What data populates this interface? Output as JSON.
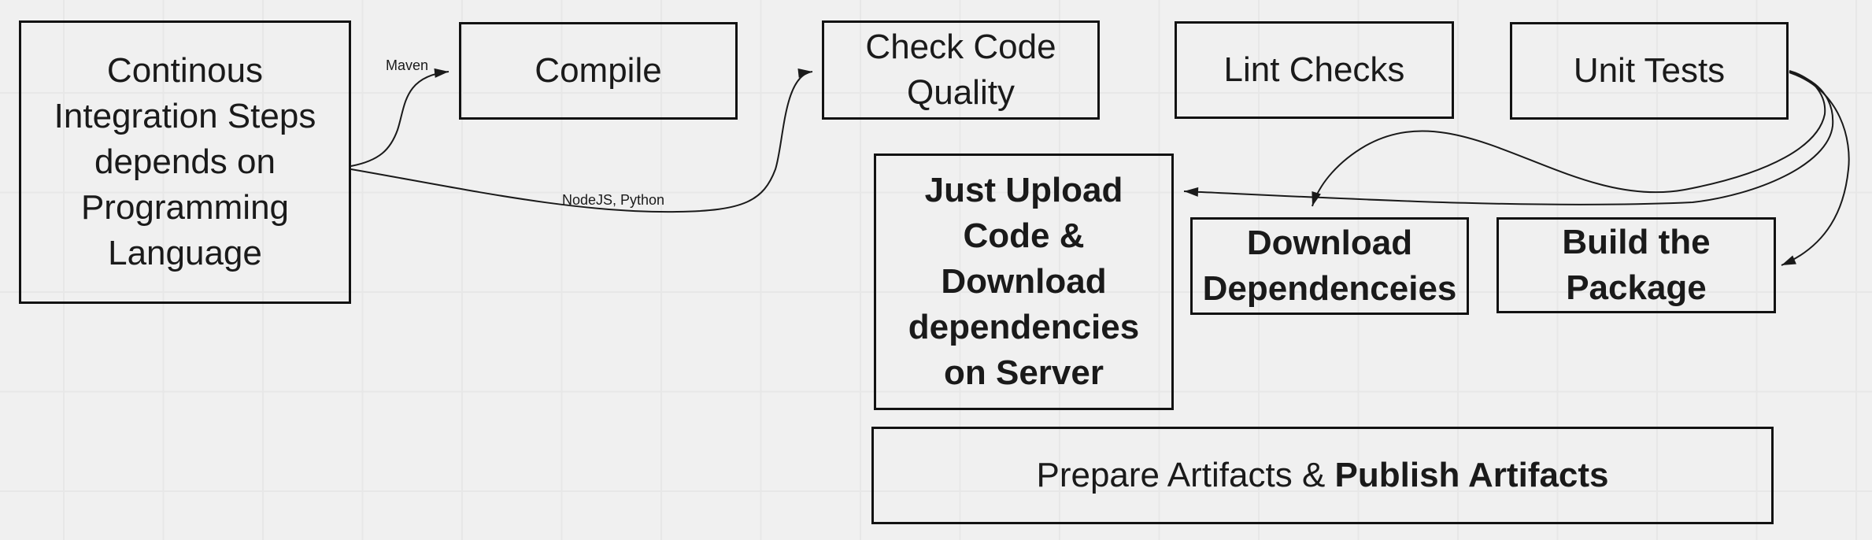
{
  "diagram": {
    "boxes": {
      "ci": {
        "lines": [
          "Continous",
          "Integration Steps",
          "depends on",
          "Programming",
          "Language"
        ]
      },
      "compile": {
        "label": "Compile"
      },
      "check_code_quality": {
        "lines": [
          "Check Code",
          "Quality"
        ]
      },
      "lint_checks": {
        "label": "Lint Checks"
      },
      "unit_tests": {
        "label": "Unit Tests"
      },
      "upload": {
        "lines": [
          "Just Upload",
          "Code &",
          "Download",
          "dependencies",
          "on Server"
        ]
      },
      "download_deps": {
        "lines": [
          "Download",
          "Dependenceies"
        ]
      },
      "build_package": {
        "lines": [
          "Build the",
          "Package"
        ]
      },
      "prepare": {
        "normal": "Prepare Artifacts & ",
        "bold": "Publish Artifacts"
      }
    },
    "edge_labels": {
      "maven": "Maven",
      "nodejs": "NodeJS, Python"
    },
    "colors": {
      "background": "#f0f0f0",
      "grid_line": "#e7e7e7",
      "stroke": "#1a1a1a",
      "text": "#1a1a1a"
    }
  }
}
